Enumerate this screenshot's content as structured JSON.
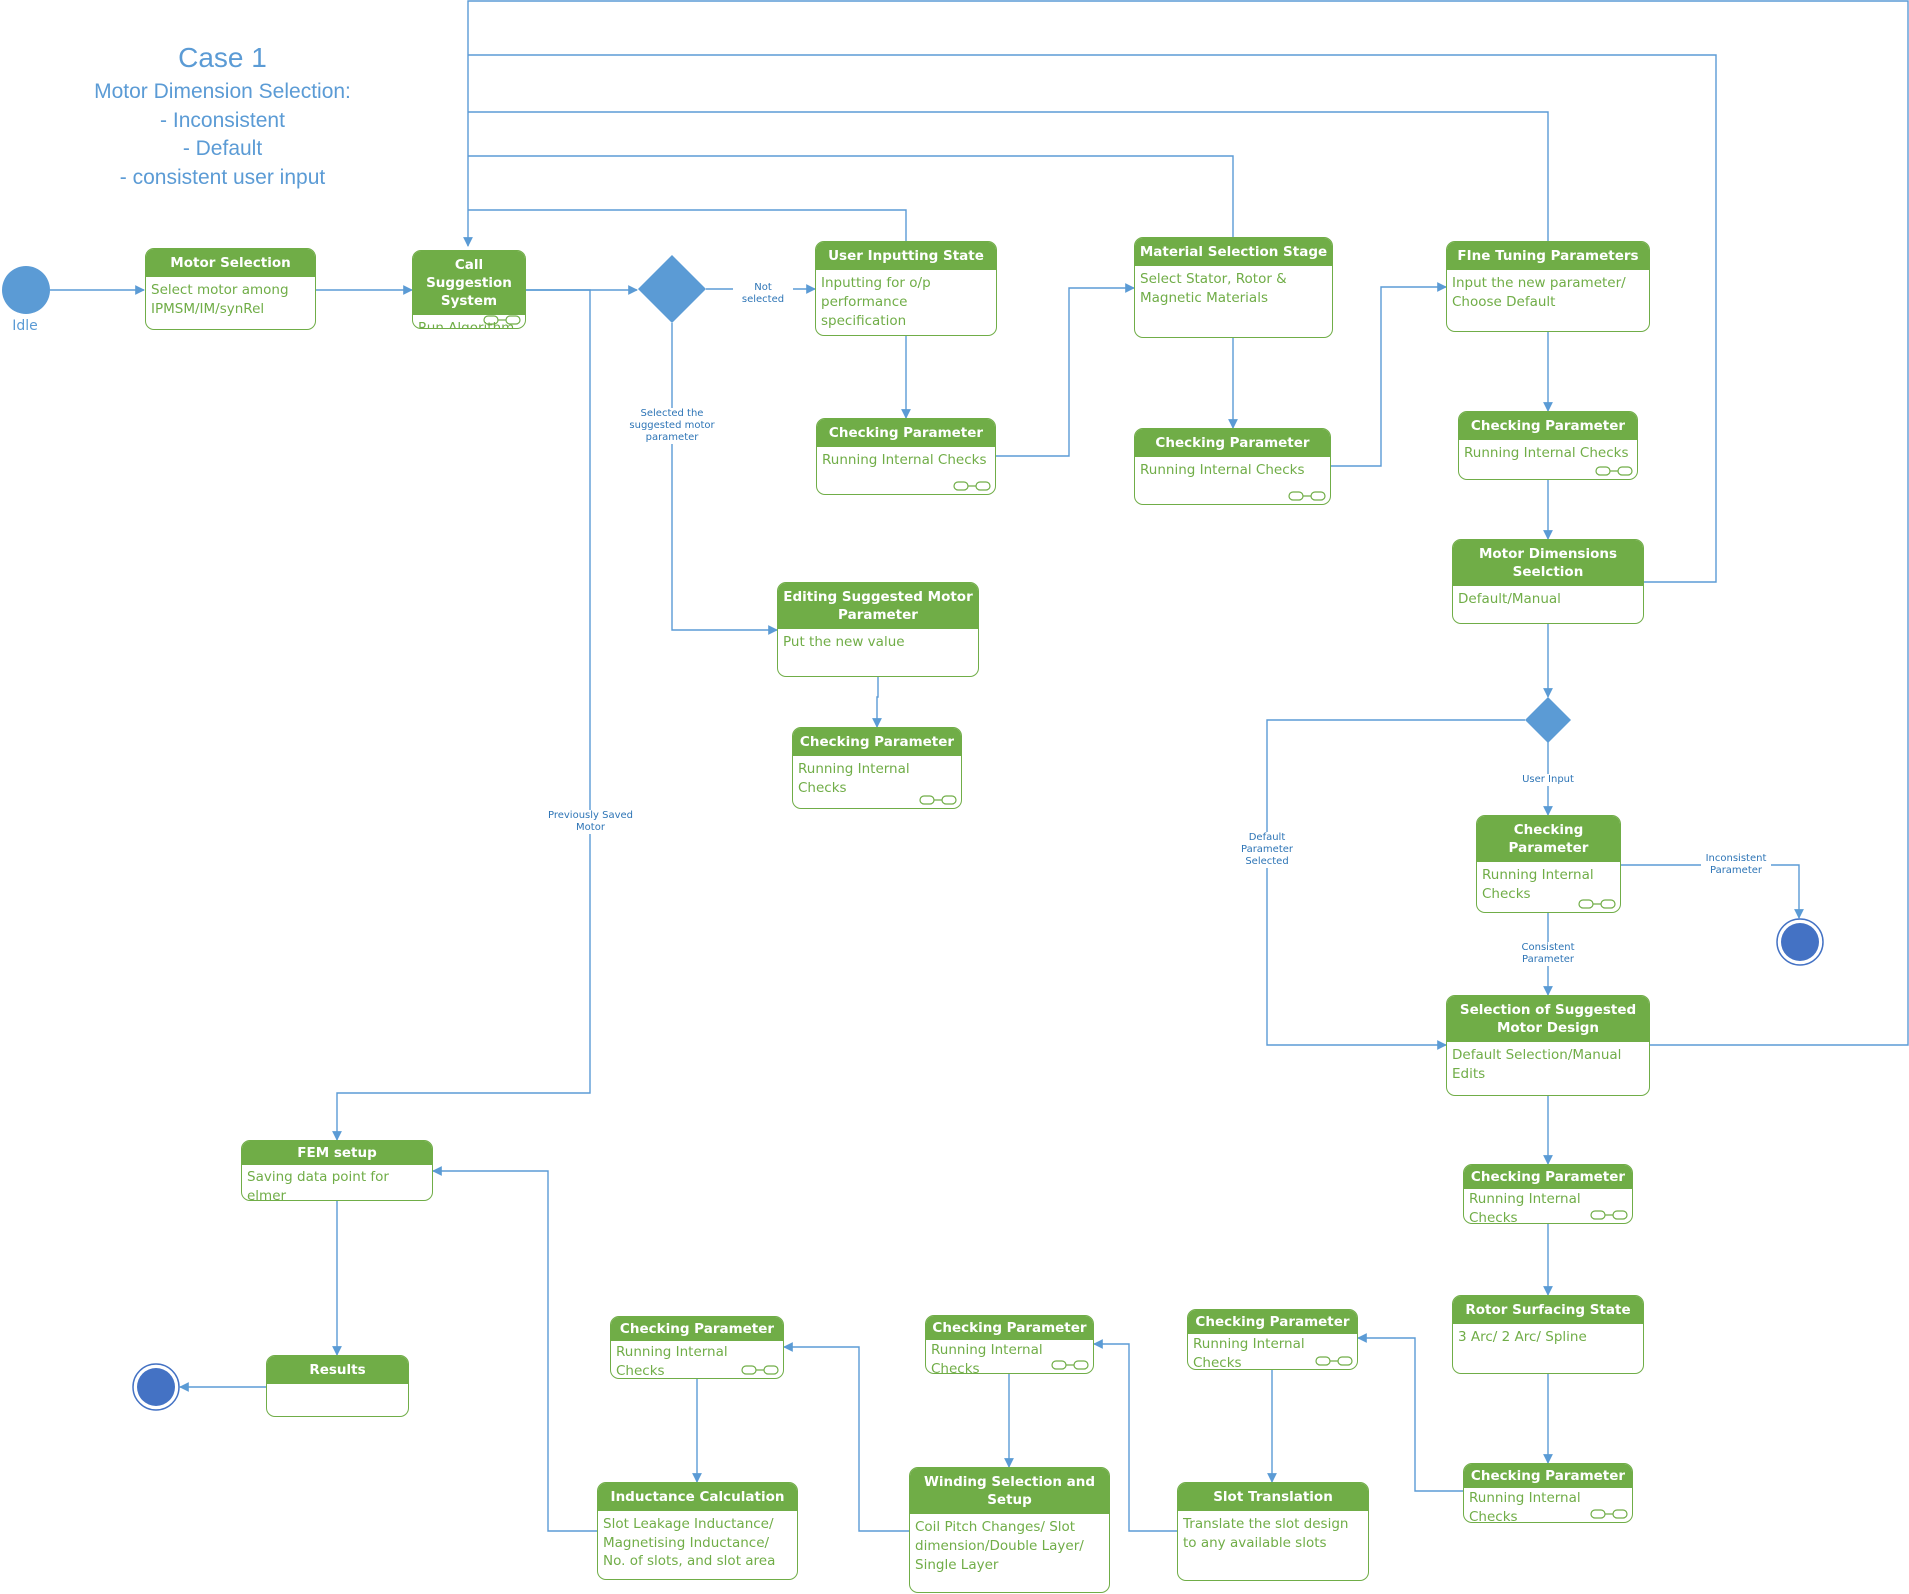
{
  "title": {
    "case": "Case 1",
    "heading": "Motor Dimension Selection:",
    "options": [
      "- Inconsistent",
      "- Default",
      "- consistent user input"
    ]
  },
  "idle_label": "Idle",
  "colors": {
    "state_fill": "#70ad47",
    "connector": "#5b9bd5",
    "label_text": "#2e75b6",
    "final_node": "#4472c4"
  },
  "states": {
    "motor_selection": {
      "title": "Motor Selection",
      "body": "Select motor among IPMSM/IM/synRel"
    },
    "call_suggestion": {
      "title": "Call Suggestion System",
      "body": "Run Algorithm"
    },
    "user_inputting": {
      "title": "User Inputting State",
      "body": "Inputting for o/p performance specification"
    },
    "check_1": {
      "title": "Checking Parameter",
      "body": "Running Internal Checks"
    },
    "material_selection": {
      "title": "Material Selection Stage",
      "body": "Select Stator, Rotor & Magnetic Materials"
    },
    "check_2": {
      "title": "Checking Parameter",
      "body": "Running Internal Checks"
    },
    "fine_tuning": {
      "title": "FIne Tuning Parameters",
      "body": "Input the new parameter/ Choose Default"
    },
    "check_3": {
      "title": "Checking Parameter",
      "body": "Running Internal Checks"
    },
    "motor_dimensions": {
      "title": "Motor Dimensions Seelction",
      "body": "Default/Manual"
    },
    "editing_suggested": {
      "title": "Editing Suggested Motor Parameter",
      "body": "Put the new value"
    },
    "check_4": {
      "title": "Checking Parameter",
      "body": "Running Internal Checks"
    },
    "check_5": {
      "title": "Checking Parameter",
      "body": "Running Internal Checks"
    },
    "selection_suggested": {
      "title": "Selection of Suggested Motor Design",
      "body": "Default Selection/Manual Edits"
    },
    "check_6": {
      "title": "Checking Parameter",
      "body": "Running Internal Checks"
    },
    "rotor_surfacing": {
      "title": "Rotor Surfacing State",
      "body": "3 Arc/ 2 Arc/ Spline"
    },
    "check_7": {
      "title": "Checking Parameter",
      "body": "Running Internal Checks"
    },
    "slot_translation": {
      "title": "Slot Translation",
      "body": "Translate the slot design to any available slots"
    },
    "check_8": {
      "title": "Checking Parameter",
      "body": "Running Internal Checks"
    },
    "winding_selection": {
      "title": "Winding Selection and Setup",
      "body": "Coil Pitch Changes/ Slot dimension/Double Layer/ Single Layer"
    },
    "check_9": {
      "title": "Checking Parameter",
      "body": "Running Internal Checks"
    },
    "inductance_calc": {
      "title": "Inductance Calculation",
      "body": "Slot Leakage Inductance/ Magnetising Inductance/ No. of slots, and slot area"
    },
    "check_10": {
      "title": "Checking Parameter",
      "body": "Running Internal Checks"
    },
    "fem_setup": {
      "title": "FEM setup",
      "body": "Saving data point for elmer"
    },
    "results": {
      "title": "Results",
      "body": ""
    }
  },
  "edge_labels": {
    "not_selected": "Not selected",
    "selected_suggested": "Selected the suggested motor parameter",
    "previously_saved": "Previously Saved Motor",
    "user_input": "User Input",
    "default_selected": "Default Parameter Selected",
    "inconsistent": "Inconsistent Parameter",
    "consistent": "Consistent Parameter"
  }
}
